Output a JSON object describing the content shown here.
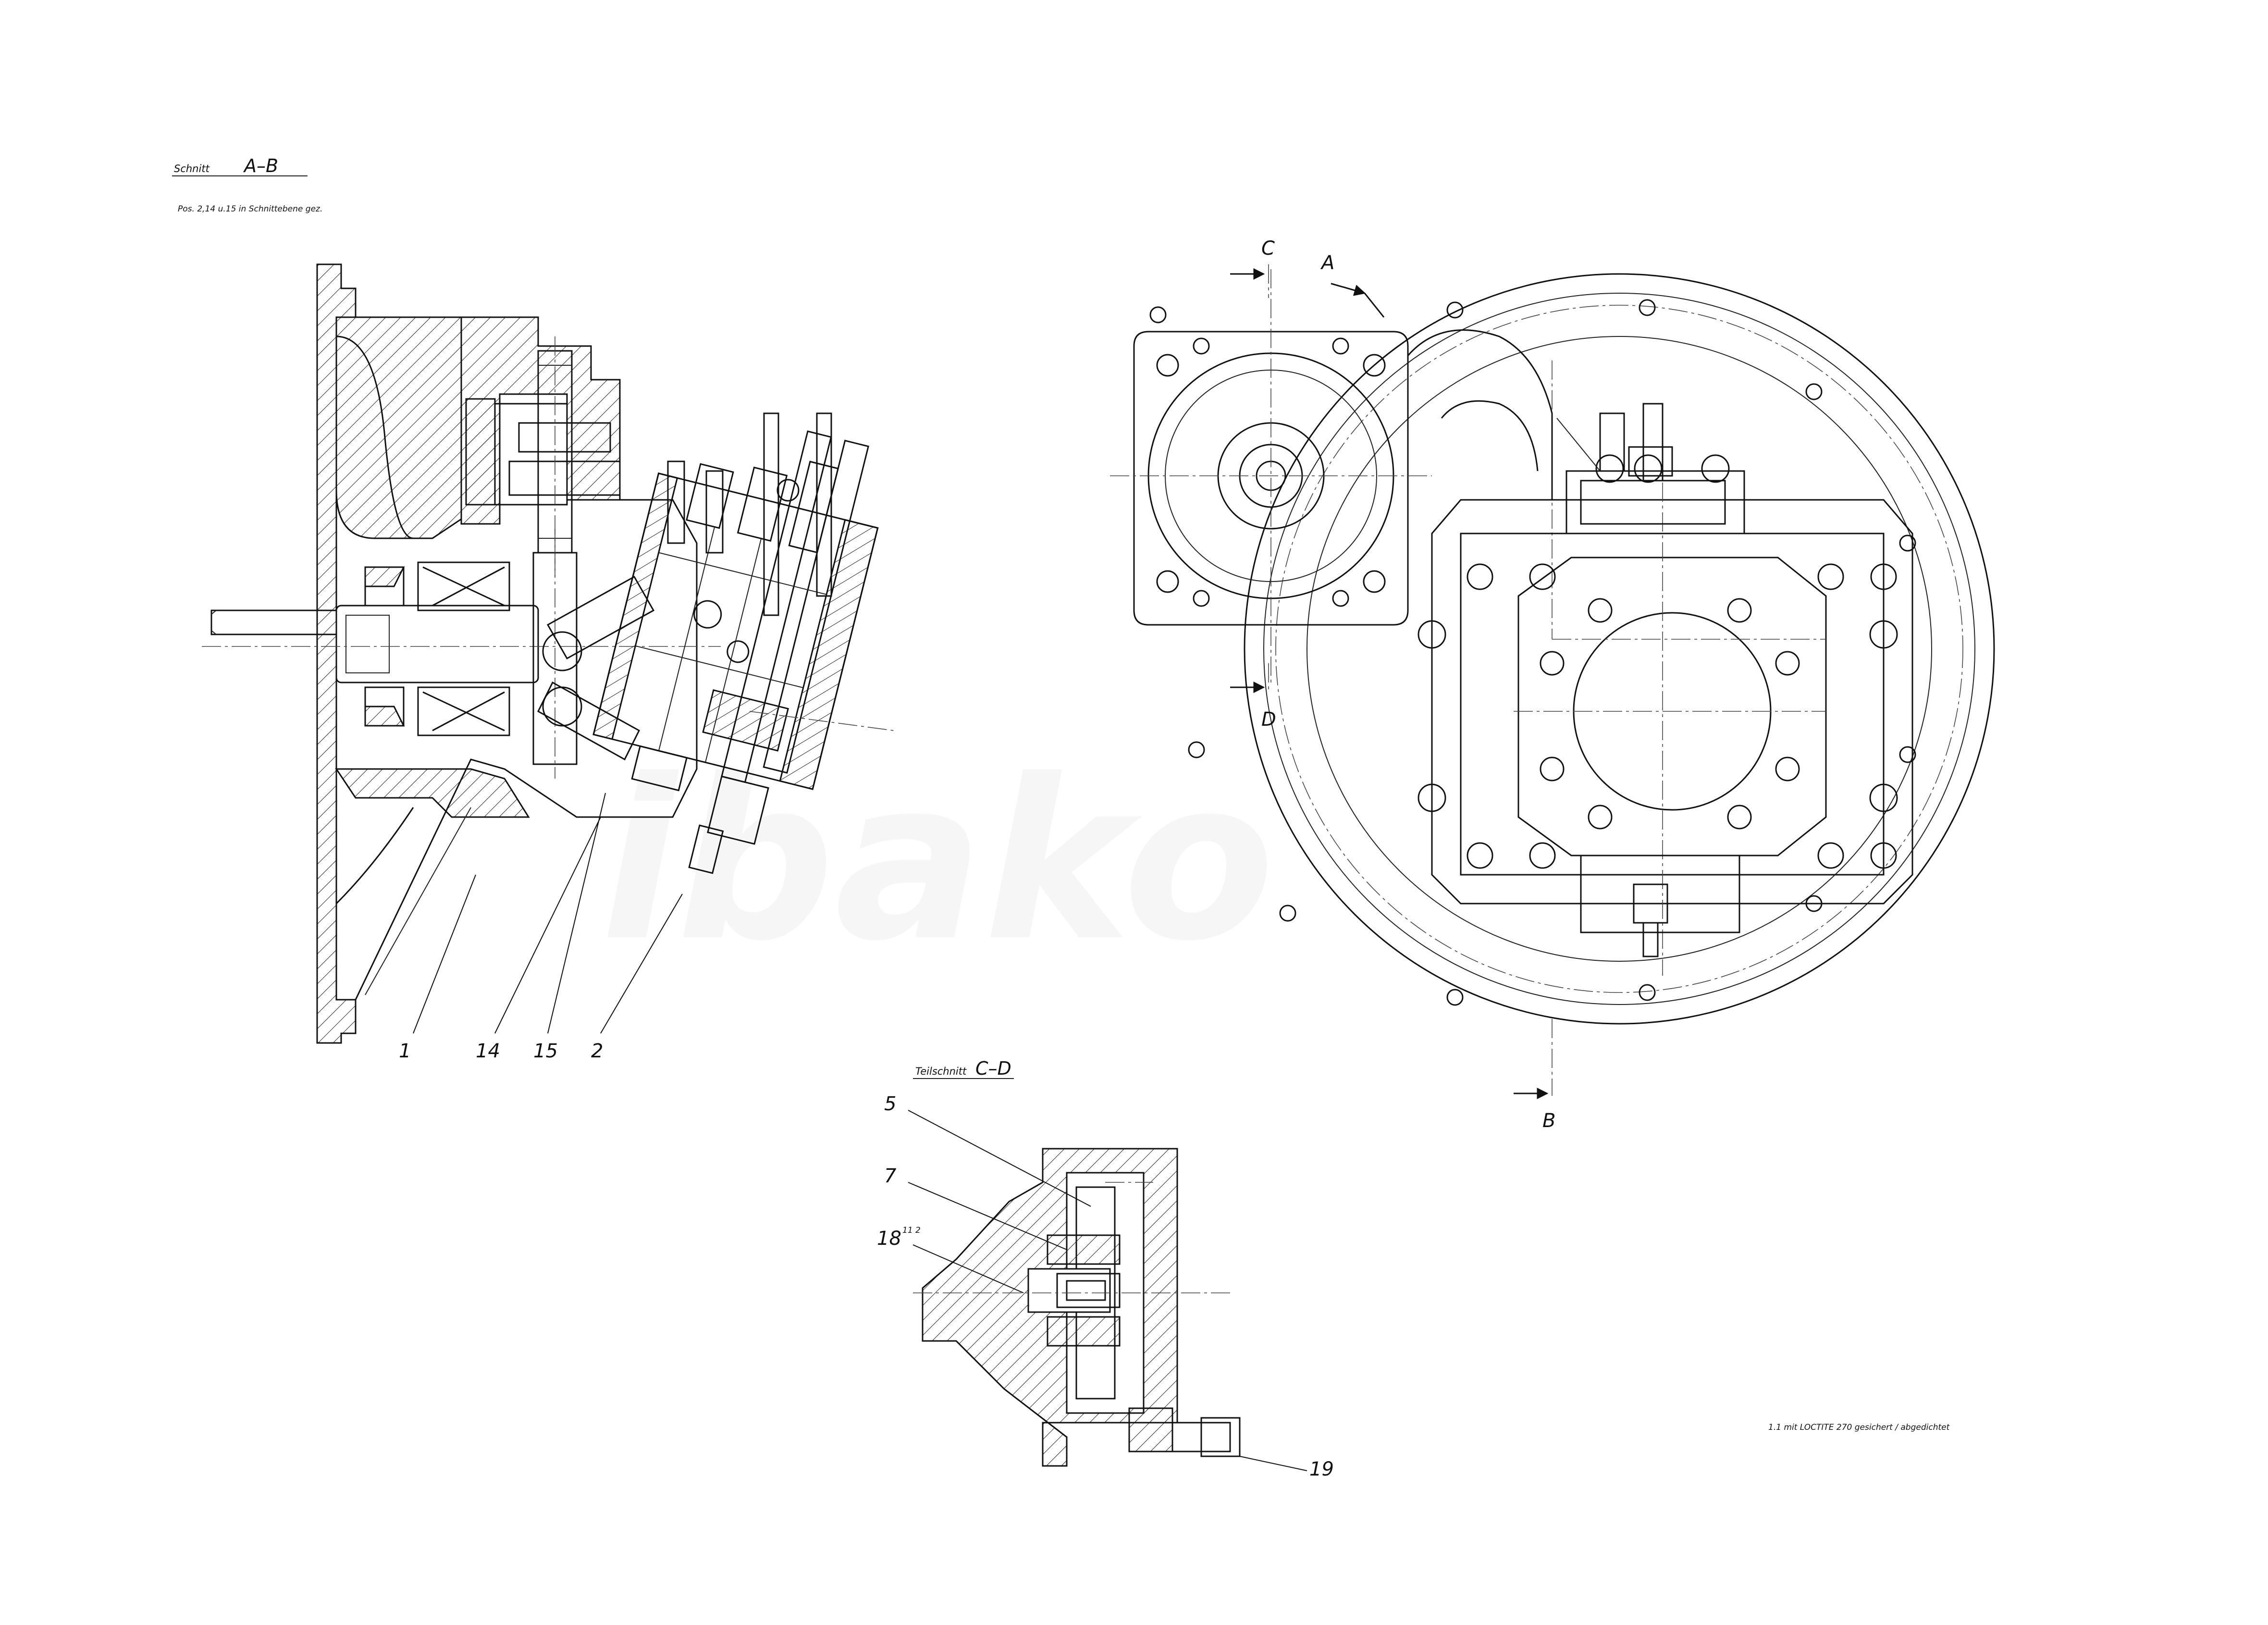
{
  "watermark": "ibako",
  "section_ab": {
    "prefix": "Schnitt",
    "title": "A–B",
    "note": "Pos. 2,14 u.15 in Schnittebene  gez."
  },
  "section_cd": {
    "prefix": "Teilschnitt",
    "title": "C–D"
  },
  "section_markers": {
    "a": "A",
    "b": "B",
    "c": "C",
    "d": "D"
  },
  "callouts_left": [
    "1",
    "14",
    "15",
    "2"
  ],
  "callouts_detail": [
    "5",
    "7",
    "18",
    "19"
  ],
  "detail_handwritten_mark": "11 2",
  "footnote": "1.1 mit LOCTITE 270 gesichert / abgedichtet"
}
